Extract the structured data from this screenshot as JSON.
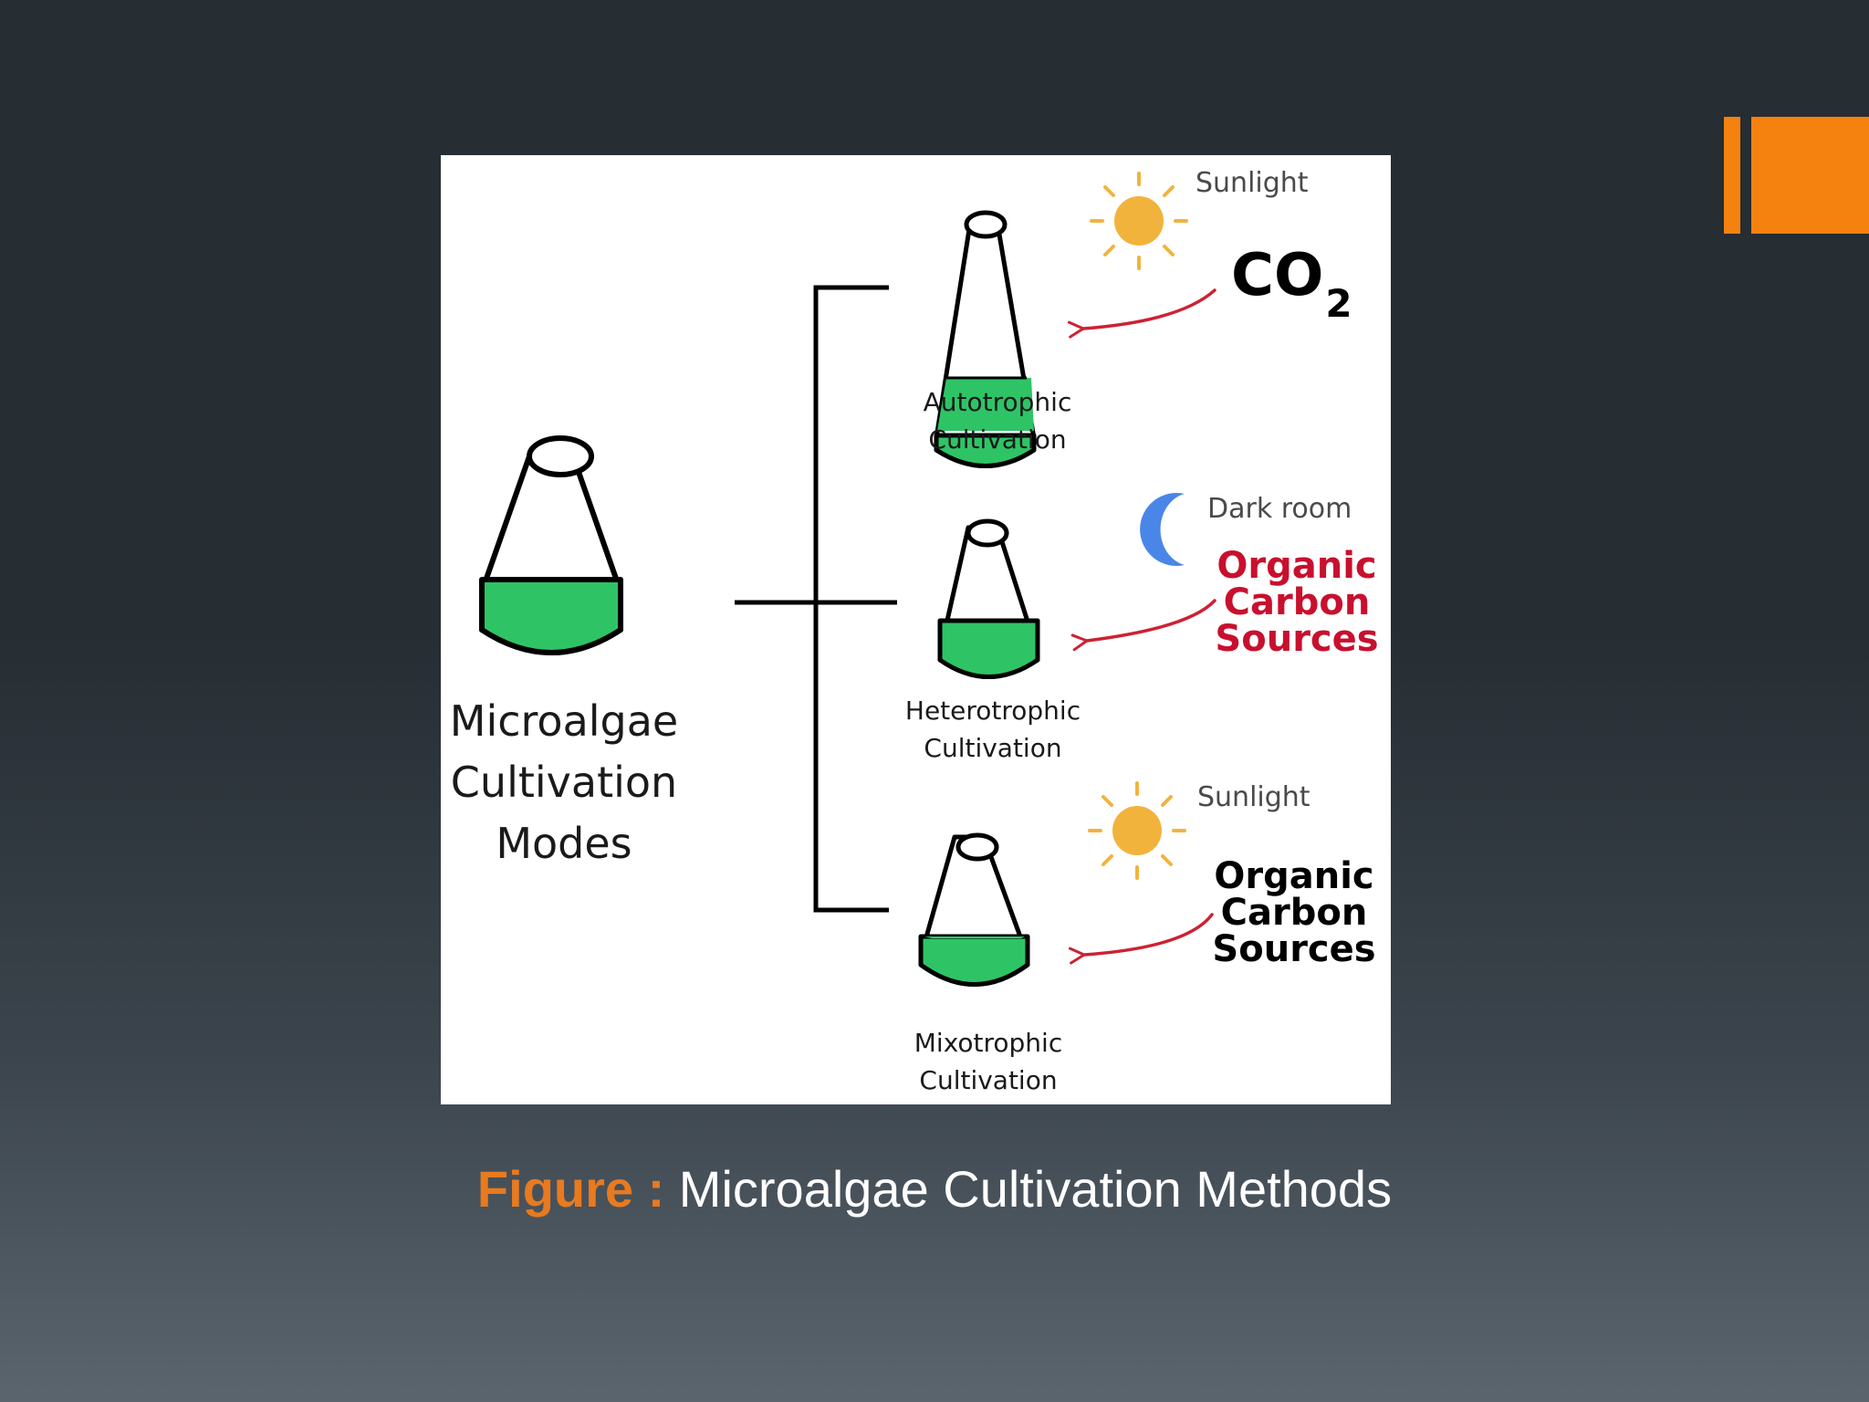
{
  "slide": {
    "accent_color": "#f5820f",
    "background_top": "#262d33",
    "background_bottom": "#5a656e"
  },
  "diagram": {
    "root": {
      "lines": [
        "Microalgae",
        "Cultivation",
        "Modes"
      ]
    },
    "flask_liquid_color": "#2ec466",
    "arrow_color": "#cc2233",
    "modes": [
      {
        "label_lines": [
          "Autotrophic",
          "Cultivation"
        ],
        "condition_icon": "sun-icon",
        "condition_label": "Sunlight",
        "input": {
          "text": "CO",
          "subscript": "2",
          "color": "#000000"
        }
      },
      {
        "label_lines": [
          "Heterotrophic",
          "Cultivation"
        ],
        "condition_icon": "moon-icon",
        "condition_label": "Dark room",
        "input_lines": [
          "Organic",
          "Carbon",
          "Sources"
        ],
        "input_color": "#c8102e"
      },
      {
        "label_lines": [
          "Mixotrophic",
          "Cultivation"
        ],
        "condition_icon": "sun-icon",
        "condition_label": "Sunlight",
        "input_lines": [
          "Organic",
          "Carbon",
          "Sources"
        ],
        "input_color": "#000000"
      }
    ]
  },
  "caption": {
    "prefix": "Figure :",
    "text": " Microalgae Cultivation Methods"
  }
}
